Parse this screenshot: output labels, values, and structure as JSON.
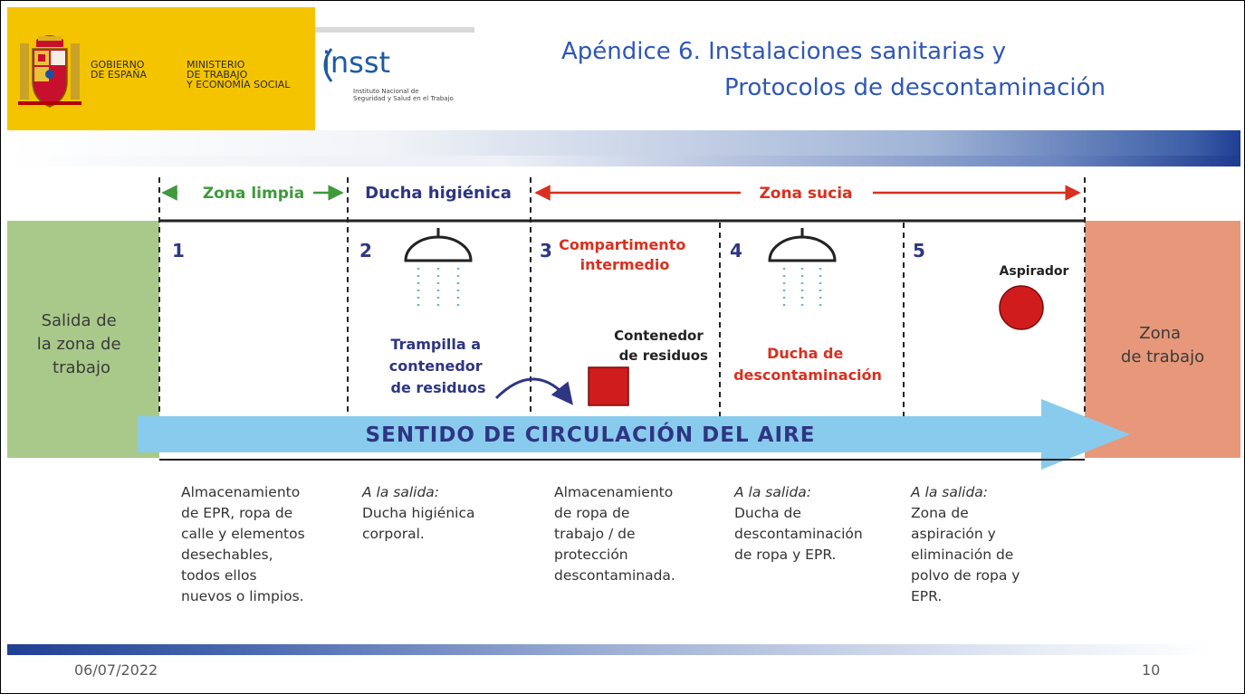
{
  "header": {
    "gov_text": "GOBIERNO\nDE ESPAÑA",
    "ministry_text": "MINISTERIO\nDE TRABAJO\nY ECONOMÍA SOCIAL",
    "insst_logo": "insst",
    "insst_subtitle": "Instituto Nacional de\nSeguridad y Salud en el Trabajo",
    "title_line1": "Apéndice 6. Instalaciones sanitarias y",
    "title_line2": "Protocolos de descontaminación"
  },
  "diagram": {
    "top_labels": {
      "zona_limpia": "Zona limpia",
      "ducha_higienica": "Ducha higiénica",
      "zona_sucia": "Zona sucia"
    },
    "left_zone": [
      "Salida de",
      "la zona de",
      "trabajo"
    ],
    "right_zone": [
      "Zona",
      "de trabajo"
    ],
    "compartments": [
      {
        "number": "1"
      },
      {
        "number": "2"
      },
      {
        "number": "3",
        "title": [
          "Compartimento",
          "intermedio"
        ]
      },
      {
        "number": "4"
      },
      {
        "number": "5"
      }
    ],
    "labels": {
      "trampilla": [
        "Trampilla a",
        "contenedor",
        "de residuos"
      ],
      "contenedor": [
        "Contenedor",
        "de residuos"
      ],
      "ducha_descontaminacion": [
        "Ducha de",
        "descontaminación"
      ],
      "aspirador": "Aspirador"
    },
    "air_flow": "SENTIDO DE CIRCULACIÓN DEL AIRE",
    "descriptions": [
      {
        "lines": [
          "Almacenamiento",
          "de EPR, ropa de",
          "calle y elementos",
          "desechables,",
          "todos ellos",
          "nuevos o limpios."
        ]
      },
      {
        "italic": "A la salida:",
        "lines": [
          "Ducha higiénica",
          "corporal."
        ]
      },
      {
        "lines": [
          "Almacenamiento",
          "de ropa de",
          "trabajo / de",
          "protección",
          "descontaminada."
        ]
      },
      {
        "italic": "A la salida:",
        "lines": [
          "Ducha de",
          "descontaminación",
          "de ropa y  EPR."
        ]
      },
      {
        "italic": "A la salida:",
        "lines": [
          "Zona de",
          "aspiración y",
          "eliminación de",
          "polvo de ropa y",
          "EPR."
        ]
      }
    ],
    "colors": {
      "clean_green": "#3e9a3a",
      "dirty_red": "#d9301f",
      "navy": "#2e3583",
      "left_zone_bg": "#a9c98a",
      "right_zone_bg": "#e8987a",
      "air_arrow": "#89cbec",
      "drop_blue": "#6aaee0",
      "red_fill": "#d01c1c"
    }
  },
  "footer": {
    "date": "06/07/2022",
    "page": "10"
  }
}
